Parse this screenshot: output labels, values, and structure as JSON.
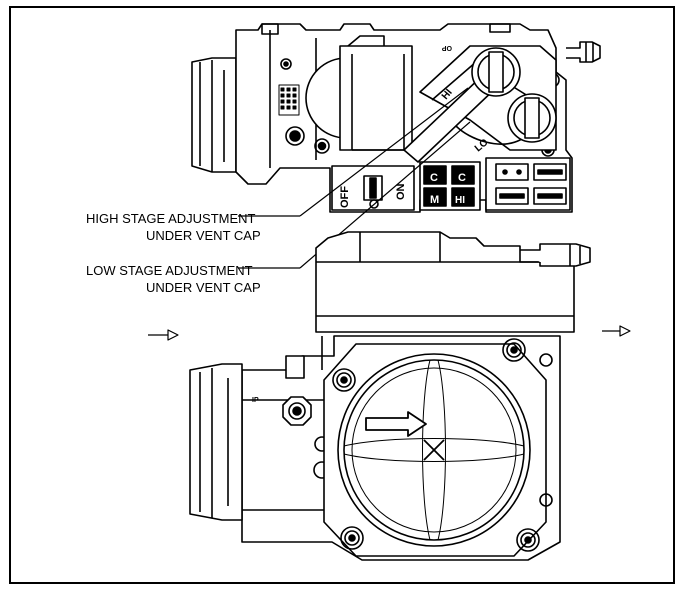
{
  "diagram": {
    "callouts": [
      {
        "id": "high",
        "line1": "HIGH STAGE ADJUSTMENT",
        "line2": "UNDER VENT CAP"
      },
      {
        "id": "low",
        "line1": "LOW STAGE ADJUSTMENT",
        "line2": "UNDER VENT CAP"
      }
    ],
    "valve_labels": {
      "hi": "HI",
      "lo": "LO",
      "off": "OFF",
      "on": "ON",
      "terminal_c1": "C",
      "terminal_c2": "C",
      "terminal_m": "M",
      "terminal_hi": "HI",
      "outlet_pressure_tap": "OP",
      "inlet_pressure_tap": "IP"
    },
    "colors": {
      "line": "#000000",
      "background": "#ffffff"
    }
  }
}
